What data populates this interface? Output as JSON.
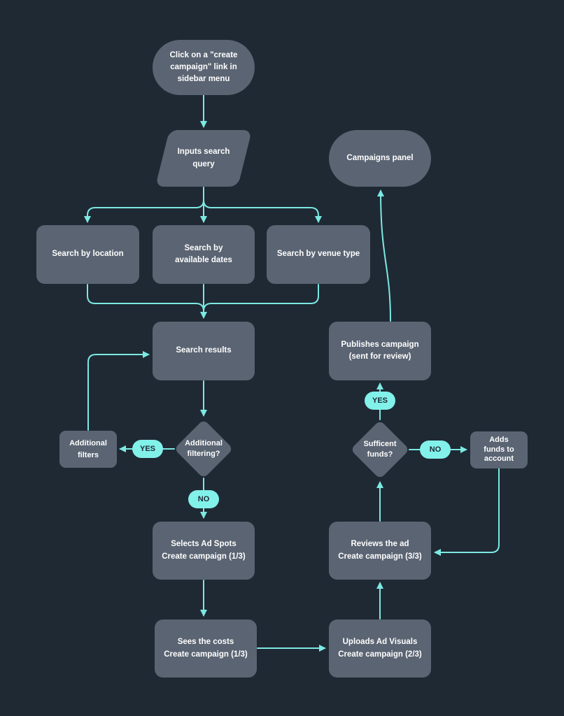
{
  "colors": {
    "background": "#1f2934",
    "node_fill": "#5a6472",
    "node_text": "#ffffff",
    "connector": "#7ce9e2",
    "label_pill_bg": "#82f1ea",
    "label_pill_text": "#1f2934"
  },
  "nodes": {
    "start": {
      "label": "Click on a \"create\ncampaign\" link in\nsidebar menu",
      "shape": "stadium"
    },
    "inputs_search_query": {
      "label": "Inputs search\nquery",
      "shape": "parallelogram"
    },
    "campaigns_panel": {
      "label": "Campaigns panel",
      "shape": "stadium"
    },
    "search_by_location": {
      "label": "Search by location",
      "shape": "rect"
    },
    "search_by_available_dates": {
      "label": "Search by\navailable dates",
      "shape": "rect"
    },
    "search_by_venue_type": {
      "label": "Search by venue type",
      "shape": "rect"
    },
    "search_results": {
      "label": "Search results",
      "shape": "rect"
    },
    "publishes_campaign": {
      "label": "Publishes campaign\n(sent for review)",
      "shape": "rect"
    },
    "additional_filters": {
      "label": "Additional\nfilters",
      "shape": "rect"
    },
    "additional_filtering": {
      "label": "Additional\nfiltering?",
      "shape": "diamond"
    },
    "sufficent_funds": {
      "label": "Sufficent\nfunds?",
      "shape": "diamond"
    },
    "adds_funds_to_account": {
      "label": "Adds\nfunds to\naccount",
      "shape": "rect"
    },
    "selects_ad_spots": {
      "label": "Selects Ad Spots\nCreate campaign (1/3)",
      "shape": "rect"
    },
    "reviews_the_ad": {
      "label": "Reviews the ad\nCreate campaign (3/3)",
      "shape": "rect"
    },
    "sees_the_costs": {
      "label": "Sees the costs\nCreate campaign (1/3)",
      "shape": "rect"
    },
    "uploads_ad_visuals": {
      "label": "Uploads Ad Visuals\nCreate campaign (2/3)",
      "shape": "rect"
    }
  },
  "edge_labels": {
    "filtering_yes": "YES",
    "filtering_no": "NO",
    "funds_yes": "YES",
    "funds_no": "NO"
  }
}
